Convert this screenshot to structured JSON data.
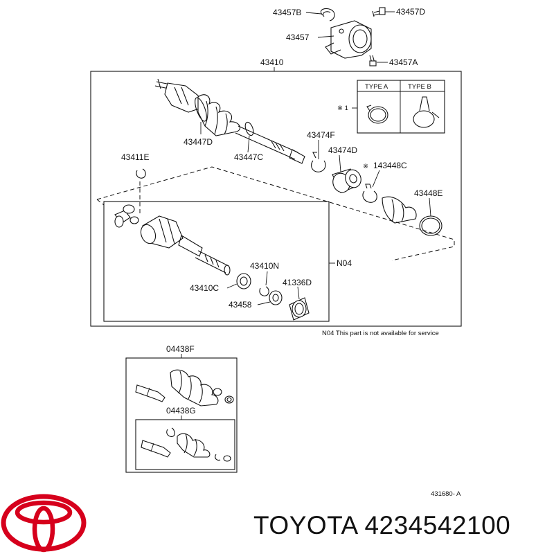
{
  "labels": {
    "p43457B": "43457B",
    "p43457D": "43457D",
    "p43457": "43457",
    "p43457A": "43457A",
    "p43410": "43410",
    "p43447D": "43447D",
    "p43447C": "43447C",
    "p43474F": "43474F",
    "p43474D": "43474D",
    "p143448C": "143448C",
    "p43448E": "43448E",
    "p43411E": "43411E",
    "p43410N": "43410N",
    "p43410C": "43410C",
    "p41336D": "41336D",
    "p43458": "43458",
    "n04": "N04",
    "note_mark_1": "※ 1",
    "note_mark_2": "※",
    "p04438F": "04438F",
    "p04438G": "04438G",
    "ref_code": "431680- A"
  },
  "type_table": {
    "headers": [
      "TYPE  A",
      "TYPE  B"
    ]
  },
  "note": "N04 This part is not available for service",
  "footer": {
    "brand_text": "TOYOTA 4234542100",
    "logo_icon": "toyota-logo-icon",
    "logo_color": "#d6001c"
  }
}
